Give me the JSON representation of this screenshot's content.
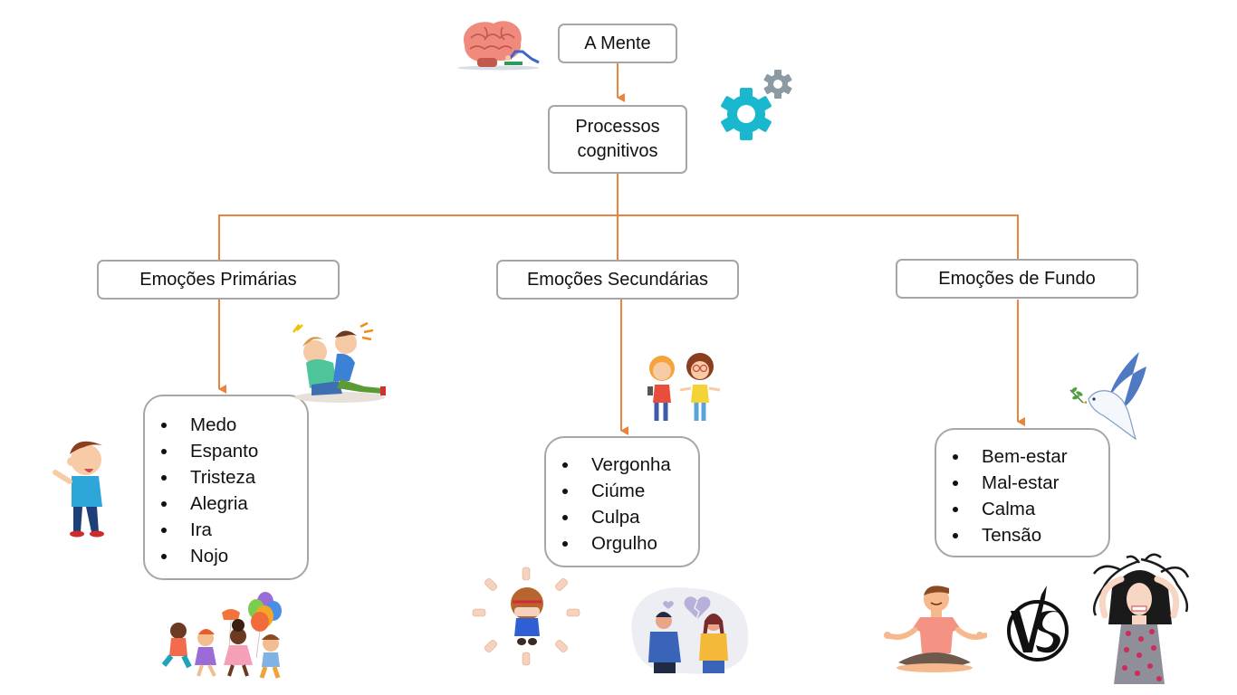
{
  "diagram": {
    "accent_color": "#e8843e",
    "border_color": "#a6a6a6",
    "root": {
      "label": "A Mente"
    },
    "level2": {
      "label_line1": "Processos",
      "label_line2": "cognitivos"
    },
    "categories": [
      {
        "label": "Emoções Primárias",
        "items": [
          "Medo",
          "Espanto",
          "Tristeza",
          "Alegria",
          "Ira",
          "Nojo"
        ]
      },
      {
        "label": "Emoções Secundárias",
        "items": [
          "Vergonha",
          "Ciúme",
          "Culpa",
          "Orgulho"
        ]
      },
      {
        "label": "Emoções de Fundo",
        "items": [
          "Bem-estar",
          "Mal-estar",
          "Calma",
          "Tensão"
        ]
      }
    ],
    "illustrations": [
      "brain-with-mechanic-illustration",
      "gears-icon",
      "kids-fighting-illustration",
      "disgusted-boy-illustration",
      "happy-kids-with-balloons-illustration",
      "jealous-girls-illustration",
      "ashamed-girl-pointed-at-illustration",
      "broken-heart-couple-illustration",
      "peace-dove-illustration",
      "meditating-man-illustration",
      "versus-icon",
      "stressed-woman-illustration"
    ]
  }
}
